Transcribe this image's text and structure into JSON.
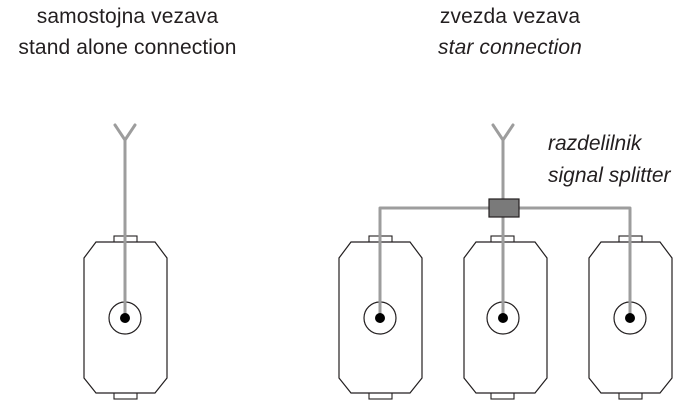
{
  "captions": {
    "stand_alone": {
      "line1": "samostojna vezava",
      "line2": "stand alone connection"
    },
    "star": {
      "line1": "zvezda vezava",
      "line2": "star connection"
    }
  },
  "splitter": {
    "line1": "razdelilnik",
    "line2": "signal splitter"
  },
  "colors": {
    "cable": "#9d9d9d",
    "outline": "#231f20",
    "splitter_fill": "#7a7a7a",
    "background": "#ffffff"
  },
  "icons": [
    "antenna-icon",
    "wall-socket-icon",
    "signal-splitter-icon"
  ]
}
